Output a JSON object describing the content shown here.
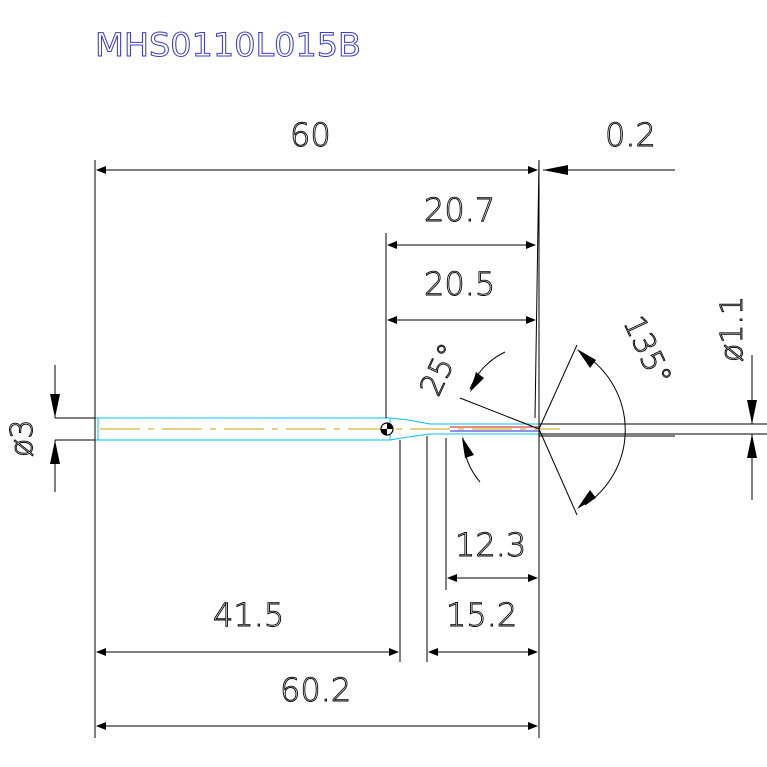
{
  "part_number": "MHS0110L015B",
  "colors": {
    "title": "#3b3bd6",
    "dimension": "#000000",
    "shank": "#00c0ff",
    "centerline": "#d4a000",
    "tip_red": "#d01010",
    "tip_blue": "#2020d0"
  },
  "dimensions": {
    "overall_to_face": "60",
    "tip_protrusion": "0.2",
    "step_length_a": "20.7",
    "step_length_b": "20.5",
    "taper_angle": "25°",
    "point_angle": "135°",
    "tip_diameter": "ø1.1",
    "shank_diameter": "ø3",
    "neck_length": "12.3",
    "reach_length": "15.2",
    "shank_length": "41.5",
    "overall_length": "60.2"
  }
}
